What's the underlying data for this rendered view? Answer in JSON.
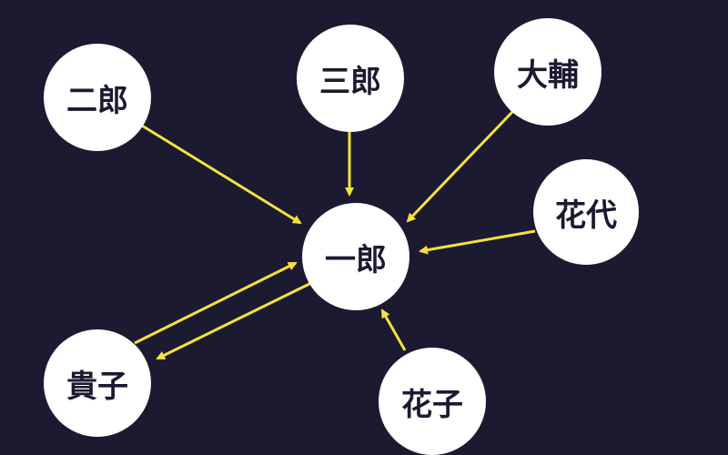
{
  "colors": {
    "background": "#1b1a31",
    "node_fill": "#ffffff",
    "node_text": "#1b1a31",
    "edge": "#f5e13c"
  },
  "nodes": {
    "ichiro": "一郎",
    "jiro": "二郎",
    "saburo": "三郎",
    "daisuke": "大輔",
    "hanayo": "花代",
    "takako": "貴子",
    "hanako": "花子"
  },
  "edges": [
    {
      "from": "jiro",
      "to": "ichiro"
    },
    {
      "from": "saburo",
      "to": "ichiro"
    },
    {
      "from": "daisuke",
      "to": "ichiro"
    },
    {
      "from": "hanayo",
      "to": "ichiro"
    },
    {
      "from": "takako",
      "to": "ichiro"
    },
    {
      "from": "ichiro",
      "to": "takako"
    },
    {
      "from": "hanako",
      "to": "ichiro"
    }
  ]
}
